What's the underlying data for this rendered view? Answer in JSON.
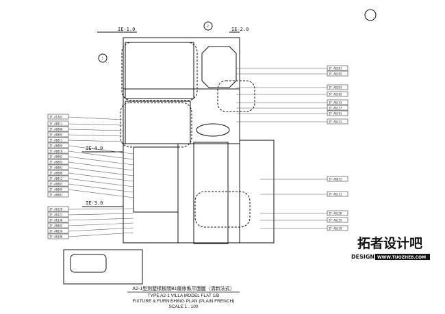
{
  "title": {
    "line1": "A2-1型別墅樣板間B1層傢俬平面圖（清新法式）",
    "line2": "TYPE A2-1 VILLA MODEL FLAT 1/B",
    "line3": "FIXTURE & FURNISHING PLAN (PLAIN FRENCH)",
    "scale": "SCALE 1 : 100"
  },
  "elevation_refs": {
    "ie1": "IE-1.0",
    "ie2": "IE-2.0",
    "ie4": "IE-4.0",
    "ie3": "IE-3.0",
    "circle_top": "2",
    "circle_left": "1"
  },
  "watermark": {
    "brand": "拓者设计吧",
    "design": "DESIGN",
    "url": "WWW.TUOZHE8.COM"
  },
  "tags_left": [
    "IF-A1362",
    "IF-A6011",
    "IF-A6006",
    "IF-A6005",
    "IF-A6013",
    "IF-A6004",
    "IF-A6010",
    "IF-A6002",
    "IF-A6003",
    "IF-A6001",
    "IF-A6008",
    "IF-A6012",
    "IF-A6007",
    "IF-A6009",
    "IF-A6001",
    "IF-A6120",
    "IF-A6121",
    "IF-A6130",
    "IF-A6003",
    "IF-A6056",
    "IF-A6106"
  ],
  "tags_right": [
    "IF-A6201",
    "IF-A6202",
    "IF-A6203",
    "IF-A6303",
    "IF-A6133",
    "IF-A6137",
    "IF-A6101",
    "IF-A6131",
    "IF-A6052",
    "IF-A6111",
    "IF-A6130",
    "IF-A6135",
    "IF-A6139"
  ]
}
